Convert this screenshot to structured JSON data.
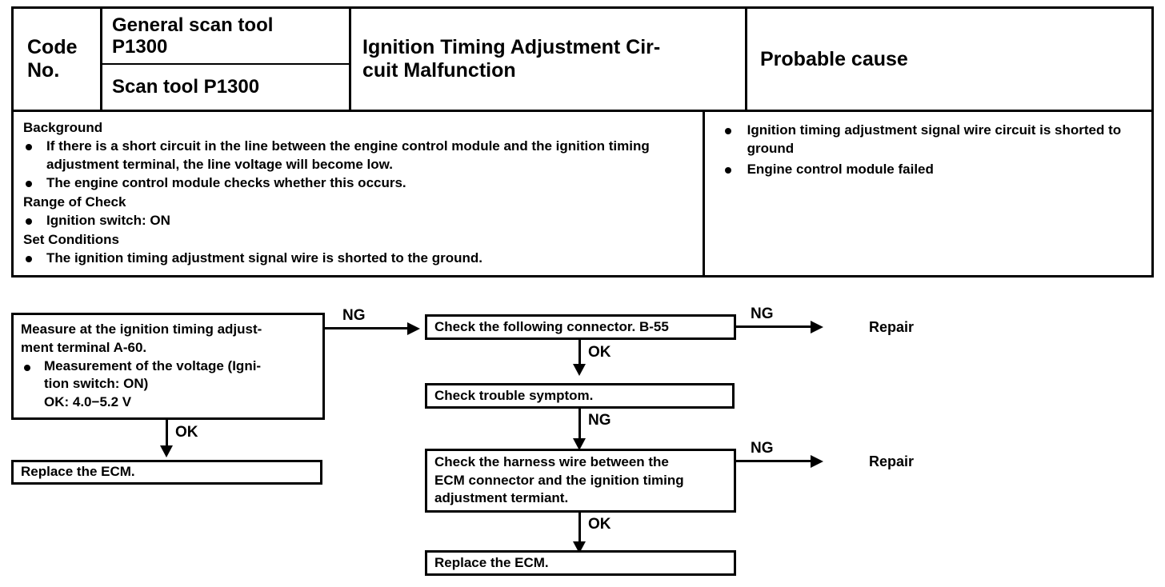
{
  "table": {
    "headers": {
      "code_no": "Code\nNo.",
      "code_no_line1": "Code",
      "code_no_line2": "No.",
      "general_scan_tool": "General scan tool P1300",
      "general_scan_tool_line1": "General scan tool",
      "general_scan_tool_line2": "P1300",
      "scan_tool": "Scan tool P1300",
      "title": "Ignition Timing Adjustment Cir-cuit Malfunction",
      "title_line1": "Ignition Timing Adjustment Cir-",
      "title_line2": "cuit Malfunction",
      "probable_cause": "Probable cause"
    },
    "detail": {
      "background_heading": "Background",
      "background_items": [
        "If there is a short circuit in the line between the engine control module and the ignition timing adjustment terminal, the line voltage will become low.",
        "The engine control module checks whether this occurs."
      ],
      "range_heading": "Range of Check",
      "range_items": [
        "Ignition switch: ON"
      ],
      "set_heading": "Set Conditions",
      "set_items": [
        "The ignition timing adjustment signal wire is shorted to the ground."
      ]
    },
    "probable_causes": [
      "Ignition timing adjustment signal wire circuit is shorted to ground",
      "Engine control module failed"
    ]
  },
  "flowchart": {
    "boxes": {
      "measure": {
        "line1": "Measure at the ignition timing adjust-",
        "line2": "ment terminal A-60.",
        "bullet": "Measurement of the voltage (Igni-",
        "bullet_cont": "tion switch: ON)",
        "spec": "OK: 4.0−5.2 V"
      },
      "replace_ecm_left": "Replace the ECM.",
      "check_connector": "Check the following connector. B-55",
      "check_symptom": "Check trouble symptom.",
      "check_harness": {
        "line1": "Check the harness wire between the",
        "line2": "ECM connector and the ignition timing",
        "line3": "adjustment termiant."
      },
      "replace_ecm_right": "Replace the ECM."
    },
    "edge_labels": {
      "measure_ng": "NG",
      "measure_ok": "OK",
      "connector_ng": "NG",
      "connector_ok": "OK",
      "symptom_ng": "NG",
      "harness_ng": "NG",
      "harness_ok": "OK"
    },
    "terminals": {
      "repair_top": "Repair",
      "repair_bottom": "Repair"
    }
  },
  "colors": {
    "ink": "#000000",
    "paper": "#ffffff"
  }
}
